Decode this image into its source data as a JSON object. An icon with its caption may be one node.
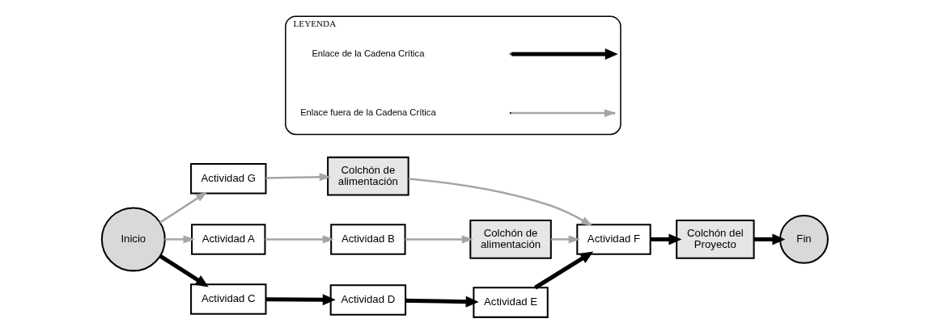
{
  "diagram": {
    "nodes": [
      {
        "text": [
          "Inicio"
        ]
      },
      {
        "text": [
          "Actividad A"
        ]
      },
      {
        "text": [
          "Actividad B"
        ]
      },
      {
        "text": [
          "Colchón de alimentación"
        ]
      },
      {
        "text": [
          "Actividad C"
        ]
      },
      {
        "text": [
          "Actividad D"
        ]
      },
      {
        "text": [
          "Actividad E"
        ]
      },
      {
        "text": [
          "Actividad F"
        ]
      },
      {
        "text": [
          "Colchón del Proyecto"
        ]
      },
      {
        "text": [
          "Fin"
        ]
      },
      {
        "text": [
          "Actividad G"
        ]
      },
      {
        "text": [
          "Colchón de alimentación"
        ]
      },
      {
        "text": [
          "LEYENDA"
        ]
      }
    ],
    "edges": [
      {
        "from": 0,
        "to": 1,
        "arrow": "to"
      },
      {
        "from": 1,
        "to": 2,
        "arrow": "to"
      },
      {
        "from": 2,
        "to": 3,
        "arrow": "to"
      },
      {
        "from": 0,
        "to": 4,
        "arrow": "to",
        "style": "thick",
        "color": "#000000"
      },
      {
        "from": 4,
        "to": 5,
        "arrow": "to",
        "style": "thick",
        "color": "#000000"
      },
      {
        "from": 5,
        "to": 6,
        "arrow": "to",
        "style": "thick",
        "color": "#000000"
      },
      {
        "from": 6,
        "to": 7,
        "arrow": "to",
        "style": "thick",
        "color": "#000000"
      },
      {
        "from": 7,
        "to": 8,
        "arrow": "to",
        "style": "thick",
        "color": "#000000"
      },
      {
        "from": 8,
        "to": 9,
        "arrow": "to",
        "style": "thick",
        "color": "#000000"
      },
      {
        "from": 0,
        "to": 10,
        "arrow": "to"
      },
      {
        "from": 10,
        "to": 11,
        "arrow": "to"
      },
      {
        "from": 3,
        "to": 7,
        "arrow": "to"
      },
      {
        "from": 11,
        "to": 7,
        "arrow": "to"
      }
    ],
    "legend": [
      {
        "text": "Enlace de la Cadena Crítica"
      },
      {
        "text": "Enlace fuera de la Cadena Crítica"
      }
    ]
  }
}
